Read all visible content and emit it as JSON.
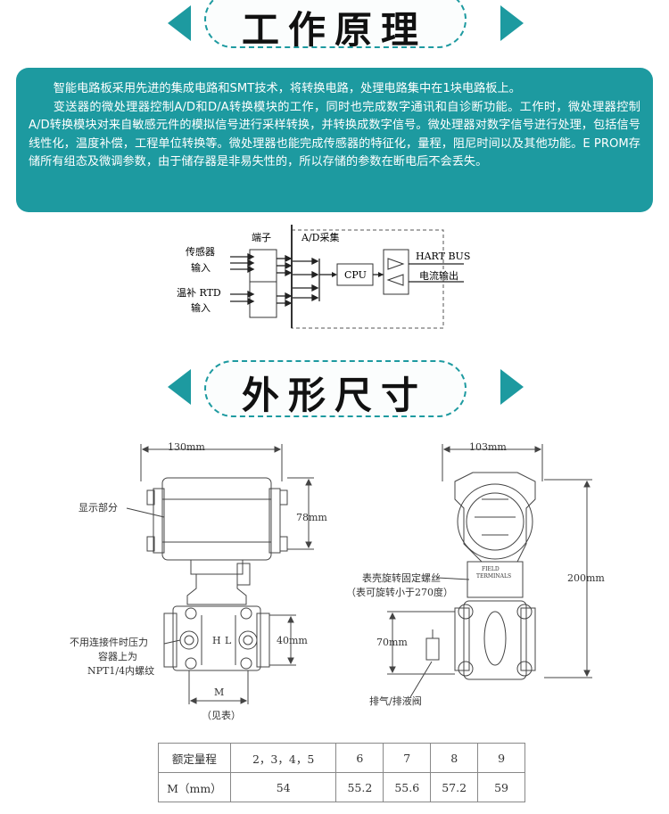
{
  "sections": {
    "principle_title": "工作原理",
    "dimensions_title": "外形尺寸"
  },
  "intro": {
    "p1": "智能电路板采用先进的集成电路和SMT技术，将转换电路，处理电路集中在1块电路板上。",
    "p2": "变送器的微处理器控制A/D和D/A转换模块的工作，同时也完成数字通讯和自诊断功能。工作时，微处理器控制A/D转换模块对来自敏感元件的模拟信号进行采样转换，并转换成数字信号。微处理器对数字信号进行处理，包括信号线性化，温度补偿，工程单位转换等。微处理器也能完成传感器的特征化，量程，阻尼时间以及其他功能。E PROM存储所有组态及微调参数，由于储存器是非易失性的，所以存储的参数在断电后不会丢失。"
  },
  "block_diagram": {
    "terminal": "端子",
    "ad": "A/D采集",
    "sensor_line1": "传感器",
    "sensor_line2": "输入",
    "temp_line1": "温补 RTD",
    "temp_line2": "输入",
    "cpu": "CPU",
    "hart": "HART BUS",
    "current": "电流输出"
  },
  "drawing": {
    "width_front": "130mm",
    "width_side": "103mm",
    "height_head": "78mm",
    "height_total": "200mm",
    "height_70": "70mm",
    "height_40": "40mm",
    "display": "显示部分",
    "rotate_line1": "表壳旋转固定螺丝",
    "rotate_line2": "（表可旋转小于270度）",
    "nouse_line1": "不用连接件时压力",
    "nouse_line2": "容器上为",
    "nouse_line3": "NPT1/4内螺纹",
    "h": "H",
    "l": "L",
    "m": "M",
    "see_table": "（见表）",
    "vent": "排气/排液阀",
    "field1": "FIELD",
    "field2": "TERMINALS"
  },
  "table": {
    "row1": [
      "额定量程",
      "2，3，4，5",
      "6",
      "7",
      "8",
      "9"
    ],
    "row2": [
      "M（mm）",
      "54",
      "55.2",
      "55.6",
      "57.2",
      "59"
    ]
  },
  "colors": {
    "accent": "#1d9aa0"
  }
}
